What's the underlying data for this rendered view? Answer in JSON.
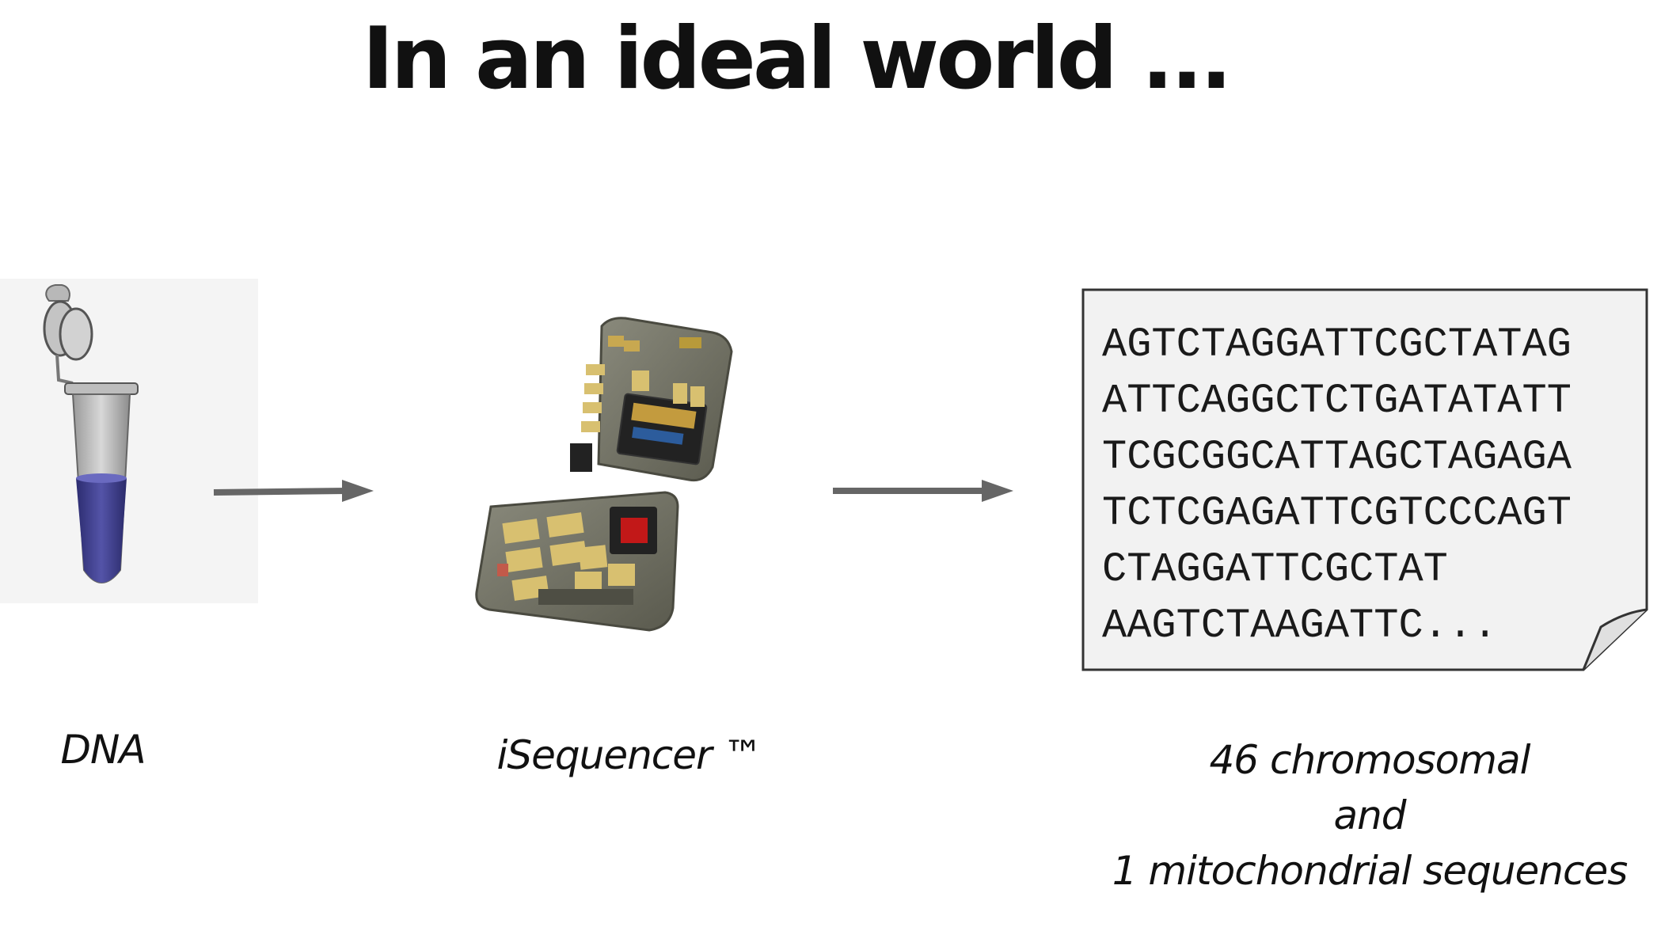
{
  "title": "In an ideal world ...",
  "captions": {
    "dna": "DNA",
    "sequencer": "iSequencer ™",
    "output_line1": "46 chromosomal",
    "output_line2": "and",
    "output_line3": "1 mitochondrial sequences"
  },
  "sequence_lines": [
    "AGTCTAGGATTCGCTATAG",
    "ATTCAGGCTCTGATATATT",
    "TCGCGGCATTAGCTAGAGA",
    "TCTCGAGATTCGTCCCAGT",
    "CTAGGATTCGCTAT",
    "AAGTCTAAGATTC..."
  ],
  "colors": {
    "arrow": "#666666",
    "document_fill": "#f2f2f2",
    "document_stroke": "#333333",
    "liquid": "#3c3c8c",
    "device_body": "#6e6e60"
  },
  "icons": {
    "tube": "microcentrifuge-tube-icon",
    "device": "tricorder-device-icon",
    "document": "document-icon"
  }
}
